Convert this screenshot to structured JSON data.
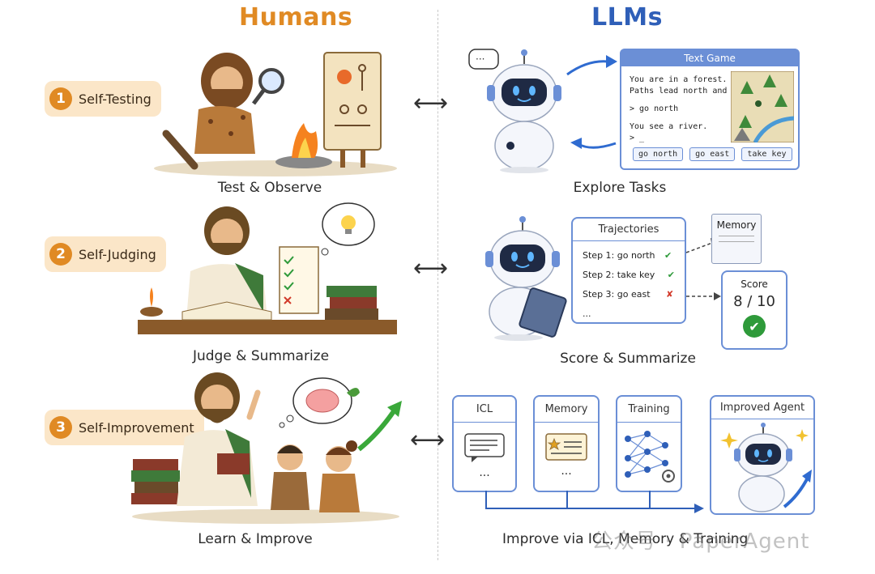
{
  "header": {
    "humans": "Humans",
    "llms": "LLMs"
  },
  "steps": [
    {
      "num": "1",
      "label": "Self-Testing",
      "human_caption": "Test & Observe",
      "llm_caption": "Explore Tasks"
    },
    {
      "num": "2",
      "label": "Self-Judging",
      "human_caption": "Judge & Summarize",
      "llm_caption": "Score & Summarize"
    },
    {
      "num": "3",
      "label": "Self-Improvement",
      "human_caption": "Learn & Improve",
      "llm_caption": "Improve via ICL, Memory & Training"
    }
  ],
  "text_game": {
    "title": "Text Game",
    "lines": [
      "You are in a forest.",
      "Paths lead north and east.",
      "> go north",
      "You see a river.",
      "> _"
    ],
    "buttons": [
      "go north",
      "go east",
      "take key"
    ]
  },
  "trajectories": {
    "title": "Trajectories",
    "rows": [
      {
        "label": "Step 1:  go north",
        "ok": true
      },
      {
        "label": "Step 2:  take key",
        "ok": true
      },
      {
        "label": "Step 3:  go east",
        "ok": false
      }
    ],
    "more": "...",
    "memory_label": "Memory",
    "score_label": "Score",
    "score_value": "8 / 10"
  },
  "improve": {
    "cards": [
      "ICL",
      "Memory",
      "Training"
    ],
    "ellipsis": "...",
    "improved_agent": "Improved Agent"
  },
  "watermark": "公众号 · PaperAgent",
  "colors": {
    "humans": "#e08a24",
    "llms": "#2f5fb8",
    "accent_blue": "#6b8fd6",
    "check_green": "#2e9a3a",
    "cross_red": "#d23a2a"
  }
}
